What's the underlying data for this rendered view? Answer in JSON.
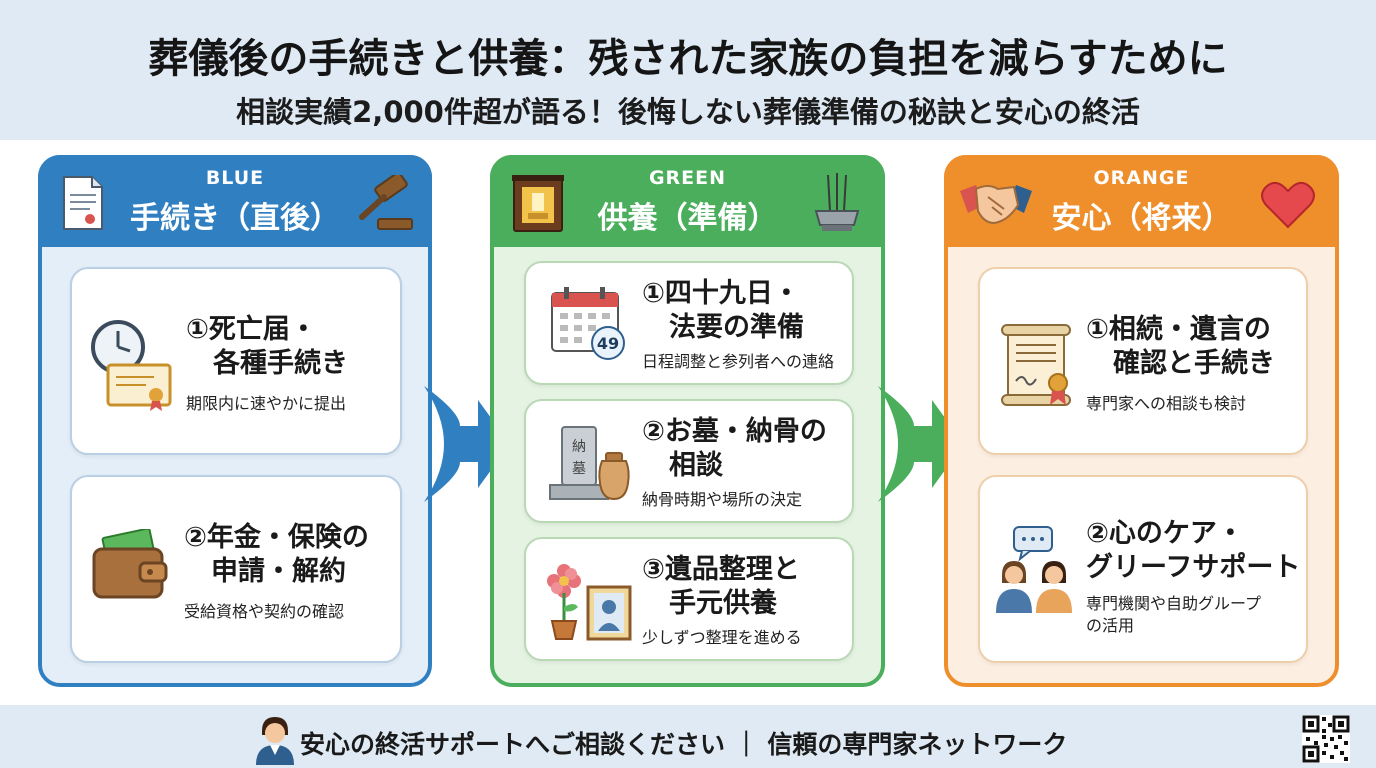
{
  "header": {
    "title": "葬儀後の手続きと供養：残された家族の負担を減らすために",
    "subtitle": "相談実績2,000件超が語る！後悔しない葬儀準備の秘訣と安心の終活"
  },
  "colors": {
    "blue": "#2f7fc1",
    "green": "#4aae5c",
    "orange": "#ef8f2c"
  },
  "panels": {
    "blue": {
      "code": "BLUE",
      "title": "手続き（直後）",
      "icons": [
        "document-icon",
        "gavel-icon"
      ],
      "cards": [
        {
          "title": "①死亡届・\n　各種手続き",
          "desc": "期限内に速やかに提出",
          "icon": "clock-certificate-icon"
        },
        {
          "title": "②年金・保険の\n　申請・解約",
          "desc": "受給資格や契約の確認",
          "icon": "wallet-icon"
        }
      ]
    },
    "green": {
      "code": "GREEN",
      "title": "供養（準備）",
      "icons": [
        "butsudan-icon",
        "incense-icon"
      ],
      "cards": [
        {
          "title": "①四十九日・\n　法要の準備",
          "desc": "日程調整と参列者への連絡",
          "icon": "calendar-icon",
          "badge": "49"
        },
        {
          "title": "②お墓・納骨の\n　相談",
          "desc": "納骨時期や場所の決定",
          "icon": "grave-urn-icon",
          "grave_chars": [
            "納",
            "墓"
          ]
        },
        {
          "title": "③遺品整理と\n　手元供養",
          "desc": "少しずつ整理を進める",
          "icon": "flower-photo-icon"
        }
      ]
    },
    "orange": {
      "code": "ORANGE",
      "title": "安心（将来）",
      "icons": [
        "handshake-icon",
        "heart-icon"
      ],
      "cards": [
        {
          "title": "①相続・遺言の\n　確認と手続き",
          "desc": "専門家への相談も検討",
          "icon": "scroll-icon"
        },
        {
          "title": "②心のケア・\nグリーフサポート",
          "desc": "専門機関や自助グループ\nの活用",
          "icon": "support-people-icon"
        }
      ]
    }
  },
  "footer": {
    "text": "安心の終活サポートへご相談ください ｜ 信頼の専門家ネットワーク",
    "icons": [
      "advisor-icon",
      "qr-code-icon"
    ]
  }
}
